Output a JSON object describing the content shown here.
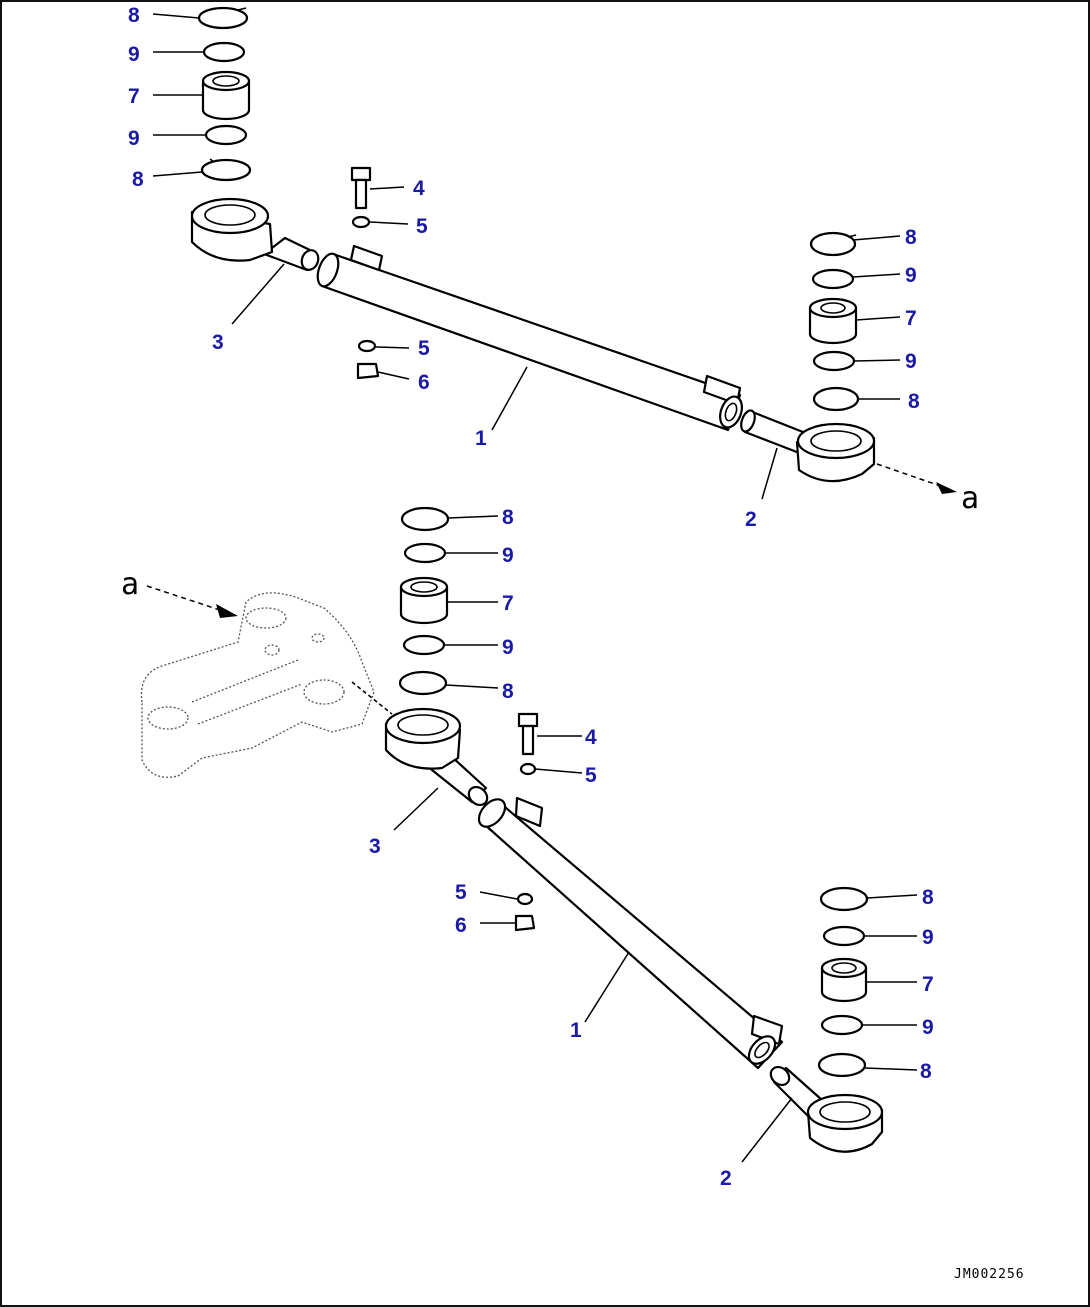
{
  "drawing_code": "JM002256",
  "view_reference": "a",
  "callouts": {
    "c1": "1",
    "c2": "2",
    "c3": "3",
    "c4": "4",
    "c5": "5",
    "c6": "6",
    "c7": "7",
    "c8": "8",
    "c9": "9"
  }
}
